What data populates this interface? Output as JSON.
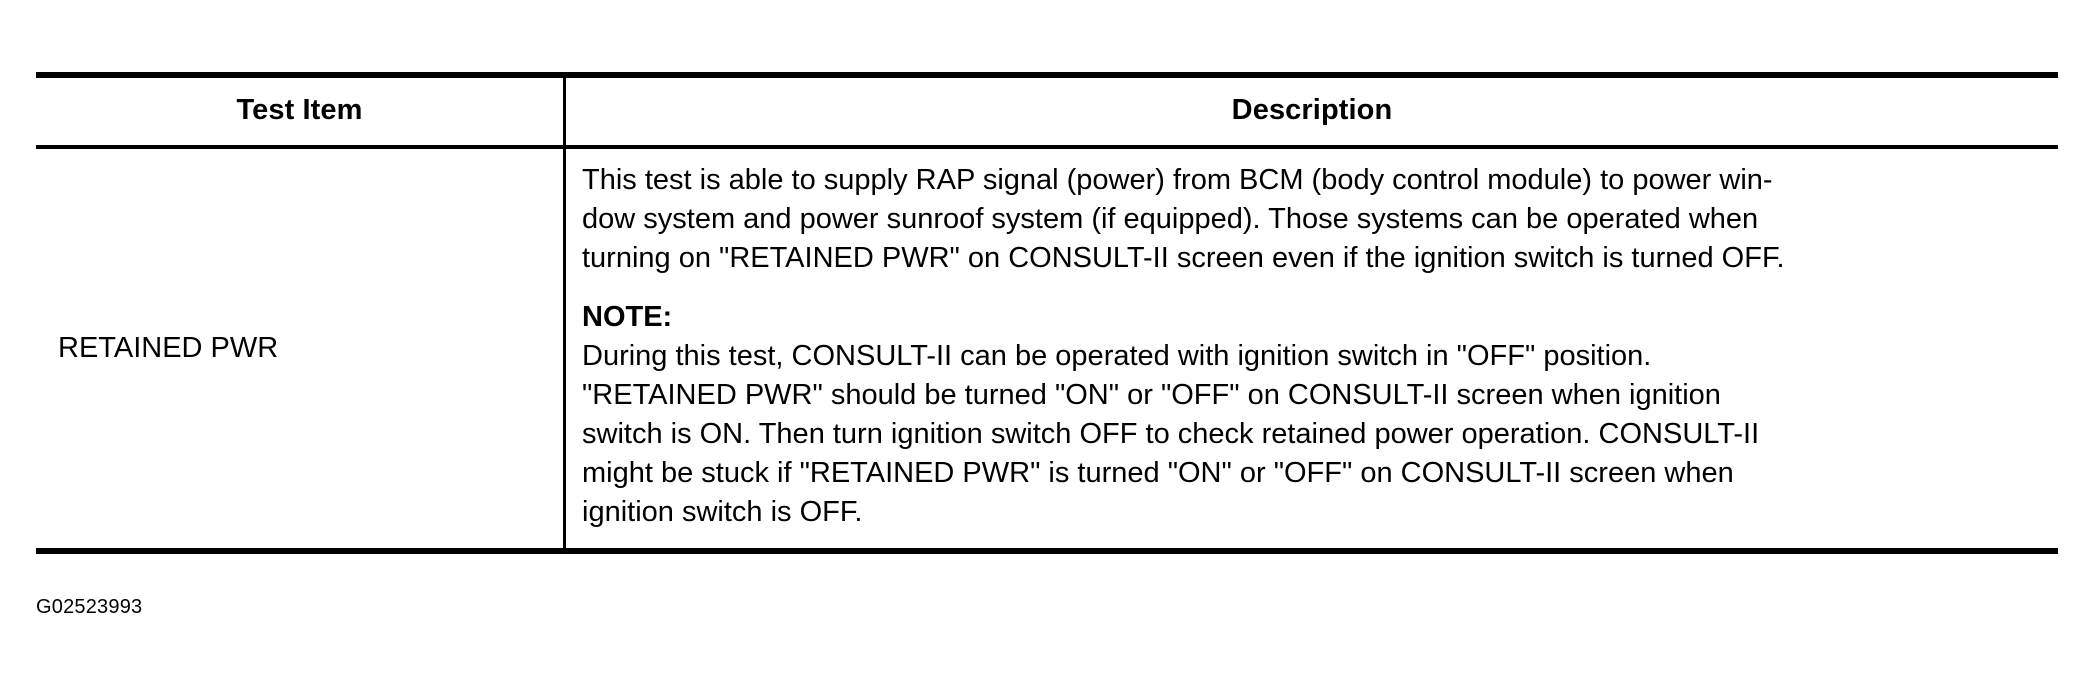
{
  "table": {
    "headers": {
      "test_item": "Test Item",
      "description": "Description"
    },
    "rows": [
      {
        "test_item": "RETAINED PWR",
        "description_paragraph": "This test is able to supply RAP signal (power) from BCM (body control module) to power win-\ndow system and power sunroof system (if equipped). Those systems can be operated when\nturning on \"RETAINED PWR\" on CONSULT-II screen even if the ignition switch is turned OFF.",
        "note_label": "NOTE:",
        "note_paragraph": "During this test, CONSULT-II can be operated with ignition switch in \"OFF\" position.\n\"RETAINED PWR\" should be turned \"ON\" or \"OFF\" on CONSULT-II screen when ignition\nswitch is ON. Then turn ignition switch OFF to check retained power operation. CONSULT-II\nmight be stuck if \"RETAINED PWR\" is turned \"ON\" or \"OFF\" on CONSULT-II screen when\nignition switch is OFF."
      }
    ]
  },
  "figure_id": "G02523993",
  "colors": {
    "rule": "#000000",
    "text": "#000000",
    "background": "#ffffff"
  }
}
